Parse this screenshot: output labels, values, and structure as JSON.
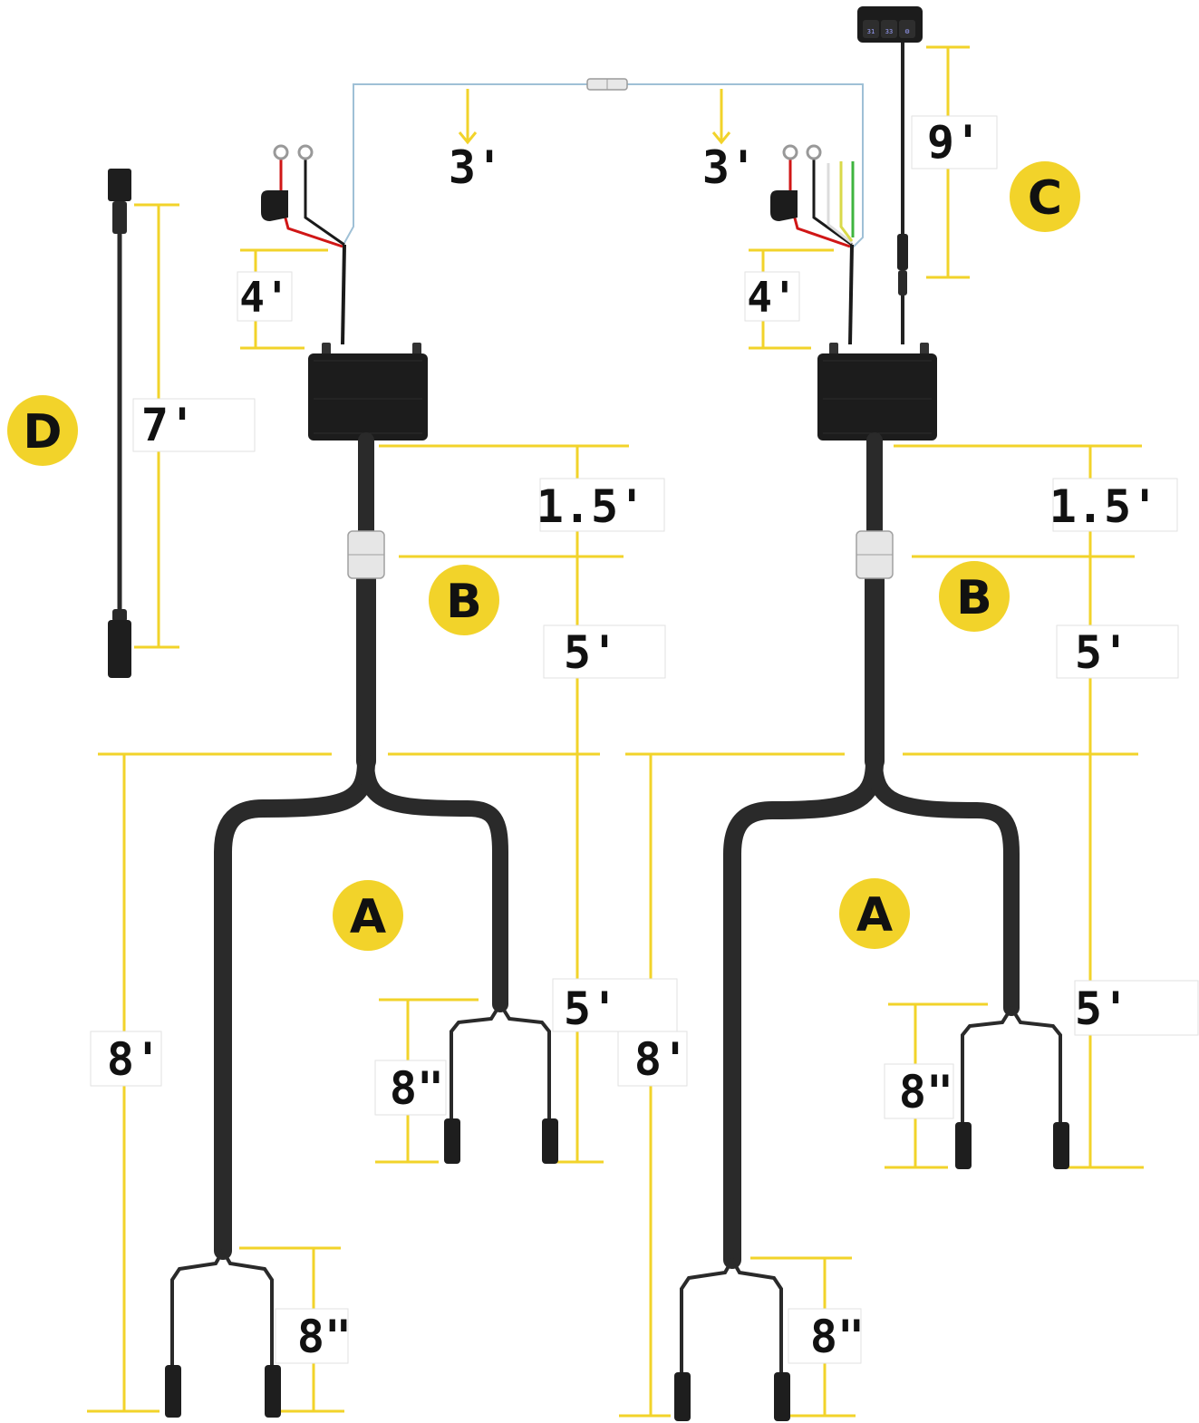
{
  "colors": {
    "dimension": "#f2d32a",
    "badge": "#f2d32a",
    "cable": "#2a2a2a",
    "module": "#1c1c1c",
    "red_wire": "#d01616",
    "blue_wire": "#9fc0d6",
    "green_wire": "#3fb43f",
    "yellow_wire": "#d9d94a"
  },
  "badges": {
    "a_left": "A",
    "a_right": "A",
    "b_left": "B",
    "b_right": "B",
    "c": "C",
    "d": "D"
  },
  "dims": {
    "link_left": "3'",
    "link_right": "3'",
    "power_left": "4'",
    "power_right": "4'",
    "switch_cable": "9'",
    "extension": "7'",
    "module_left": "1.5'",
    "module_right": "1.5'",
    "trunk_left": "5'",
    "trunk_right": "5'",
    "long_left": "8'",
    "long_right": "8'",
    "short_left": "5'",
    "short_right": "5'",
    "split_short_left": "8\"",
    "split_short_right": "8\"",
    "split_long_left": "8\"",
    "split_long_right": "8\""
  },
  "switch_buttons": [
    "31",
    "33",
    "⚙"
  ],
  "icons": [
    "switch-panel-icon",
    "ring-terminal-icon",
    "fuse-holder-icon",
    "connector-icon",
    "inline-coupler-icon"
  ]
}
